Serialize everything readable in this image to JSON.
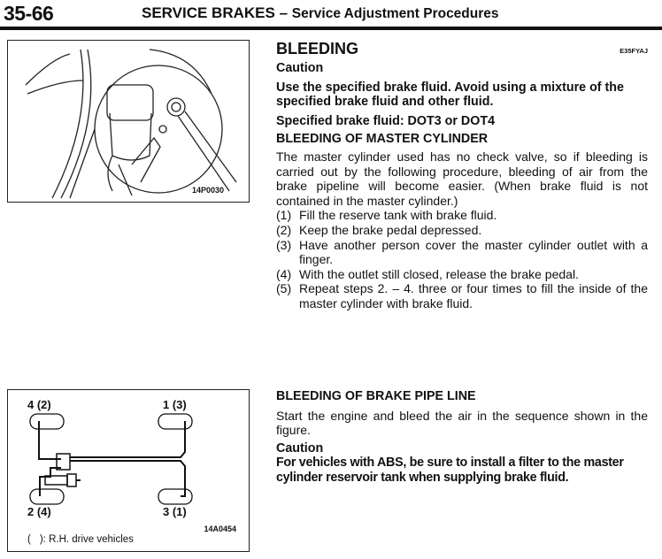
{
  "header": {
    "page_number": "35-66",
    "title": "SERVICE BRAKES",
    "separator": "–",
    "subtitle": "Service Adjustment Procedures"
  },
  "figure1": {
    "code": "14P0030"
  },
  "bleeding": {
    "title": "BLEEDING",
    "code": "E35FYAJ",
    "caution_label": "Caution",
    "caution_text": "Use the specified brake fluid. Avoid using a mixture of the specified brake fluid and other fluid.",
    "fluid_spec": "Specified brake fluid:  DOT3 or DOT4",
    "master_title": "BLEEDING OF MASTER CYLINDER",
    "master_intro": "The master cylinder used has no check valve, so if bleeding is carried out by the following procedure, bleeding of air from the brake pipeline will become easier. (When brake fluid is not contained in the master cylinder.)",
    "steps": [
      {
        "n": "(1)",
        "text": "Fill the reserve tank with brake fluid."
      },
      {
        "n": "(2)",
        "text": "Keep the brake pedal depressed."
      },
      {
        "n": "(3)",
        "text": "Have another person cover the master cylinder outlet with a finger."
      },
      {
        "n": "(4)",
        "text": "With the outlet still closed, release the brake pedal."
      },
      {
        "n": "(5)",
        "text": "Repeat steps 2. – 4. three or four times to fill the inside of the master cylinder with brake fluid."
      }
    ]
  },
  "pipe": {
    "title": "BLEEDING OF BRAKE PIPE LINE",
    "text": "Start the engine and bleed the air in the sequence shown in the figure.",
    "caution_label": "Caution",
    "caution_text": "For vehicles with ABS, be sure to install a filter to the master cylinder reservoir tank when supplying brake fluid."
  },
  "figure2": {
    "code": "14A0454",
    "labels": {
      "front_left": "4 (2)",
      "front_right": "1 (3)",
      "rear_left": "2 (4)",
      "rear_right": "3 (1)"
    },
    "note_open": "(",
    "note_text": "): R.H. drive vehicles"
  }
}
